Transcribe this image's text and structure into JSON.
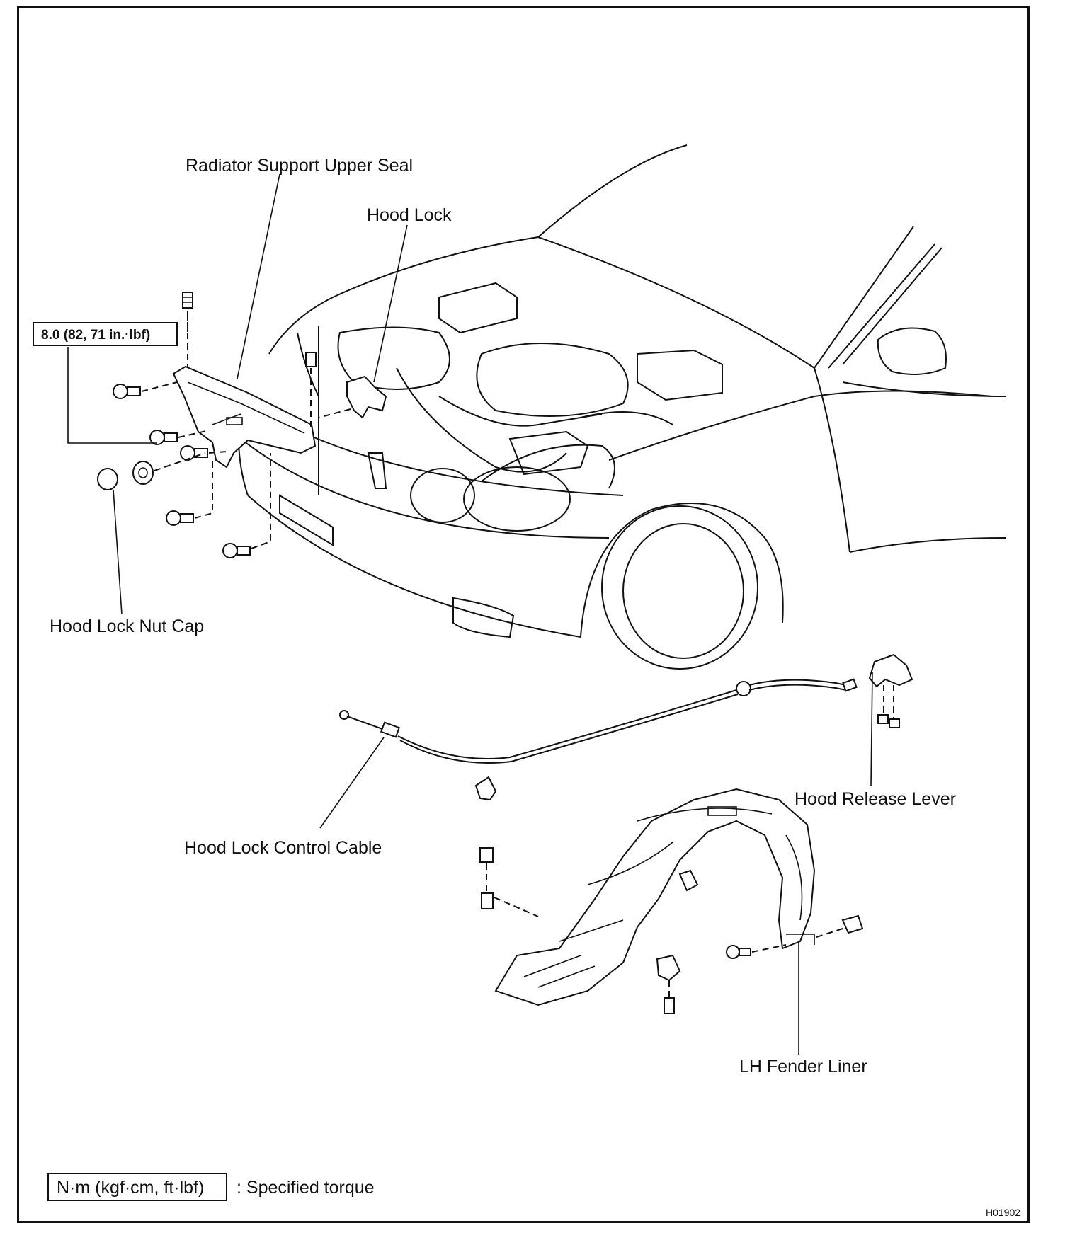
{
  "labels": {
    "radiator_seal": "Radiator Support Upper Seal",
    "hood_lock": "Hood Lock",
    "hood_lock_nut_cap": "Hood Lock Nut Cap",
    "hood_release_lever": "Hood Release Lever",
    "hood_lock_control_cable": "Hood Lock Control Cable",
    "lh_fender_liner": "LH Fender Liner"
  },
  "torque_spec": "8.0 (82, 71 in.·lbf)",
  "legend": {
    "unit_box": "N·m (kgf·cm, ft·lbf)",
    "description": ": Specified torque"
  },
  "figure_code": "H01902"
}
